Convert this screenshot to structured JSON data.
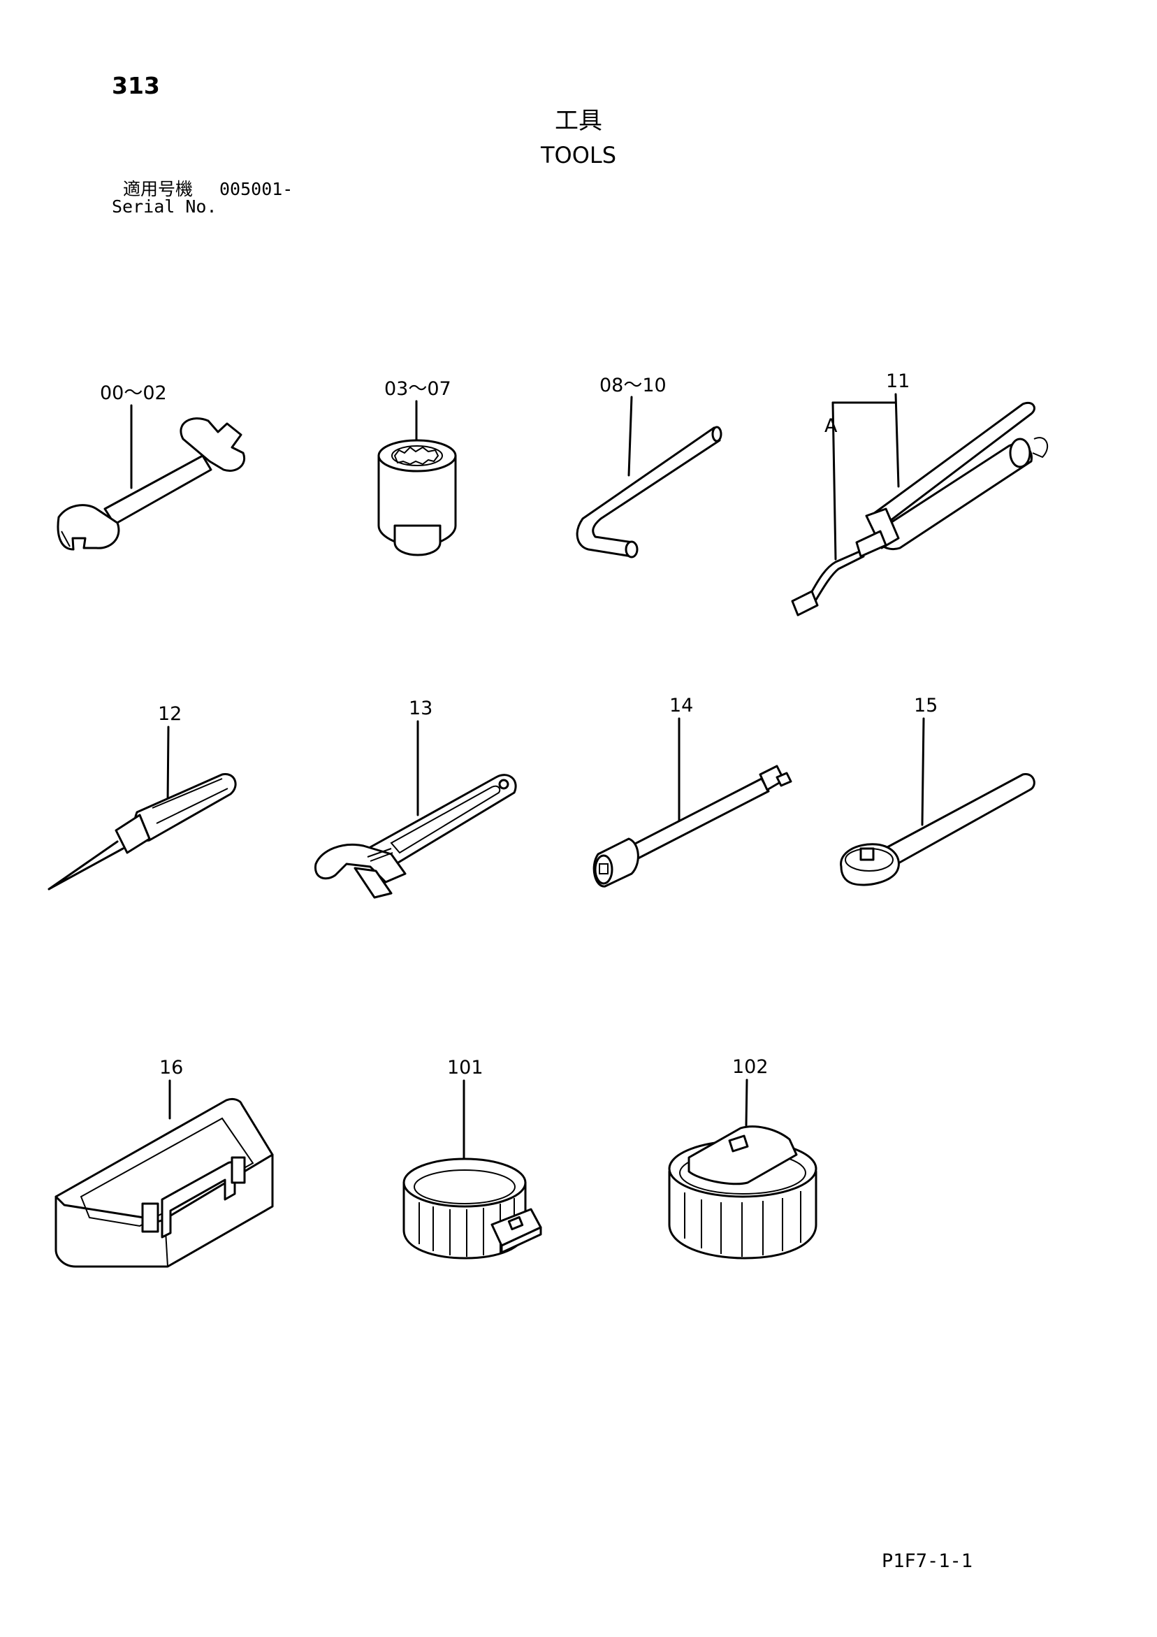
{
  "page_number": "313",
  "title_jp": "工具",
  "title_en": "TOOLS",
  "serial_label_jp": "適用号機",
  "serial_value": "005001-",
  "serial_label_en": "Serial No.",
  "doc_code": "P1F7-1-1",
  "callouts": [
    {
      "id": "00-02",
      "label": "00～02"
    },
    {
      "id": "03-07",
      "label": "03～07"
    },
    {
      "id": "08-10",
      "label": "08～10"
    },
    {
      "id": "11",
      "label": "11"
    },
    {
      "id": "A",
      "label": "A"
    },
    {
      "id": "12",
      "label": "12"
    },
    {
      "id": "13",
      "label": "13"
    },
    {
      "id": "14",
      "label": "14"
    },
    {
      "id": "15",
      "label": "15"
    },
    {
      "id": "16",
      "label": "16"
    },
    {
      "id": "101",
      "label": "101"
    },
    {
      "id": "102",
      "label": "102"
    }
  ]
}
